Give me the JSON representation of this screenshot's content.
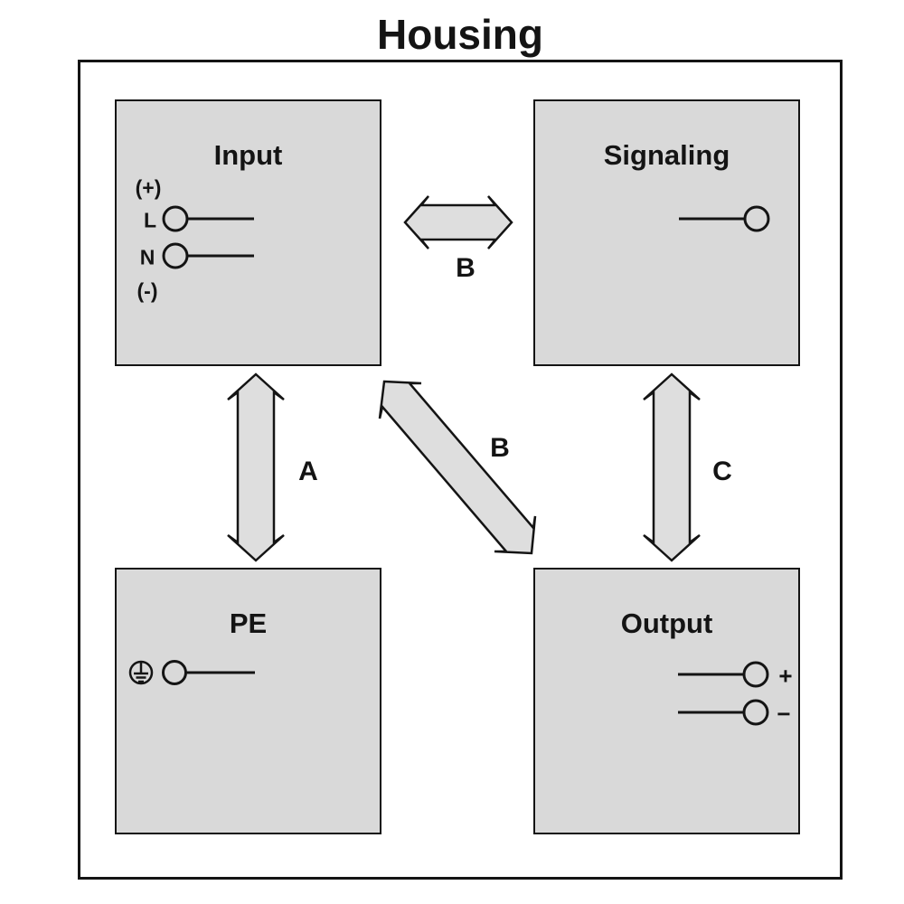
{
  "title": "Housing",
  "boxes": {
    "input": {
      "title": "Input",
      "plus_label": "(+)",
      "line_label": "L",
      "neutral_label": "N",
      "minus_label": "(-)"
    },
    "signaling": {
      "title": "Signaling"
    },
    "pe": {
      "title": "PE"
    },
    "output": {
      "title": "Output",
      "plus_label": "+",
      "minus_label": "−"
    }
  },
  "arrows": {
    "input_pe_label": "A",
    "input_signaling_label": "B",
    "input_output_label": "B",
    "signaling_output_label": "C"
  },
  "colors": {
    "box_fill": "#d9d9d9",
    "arrow_fill": "#dedede",
    "outline": "#141414",
    "background": "#ffffff"
  }
}
